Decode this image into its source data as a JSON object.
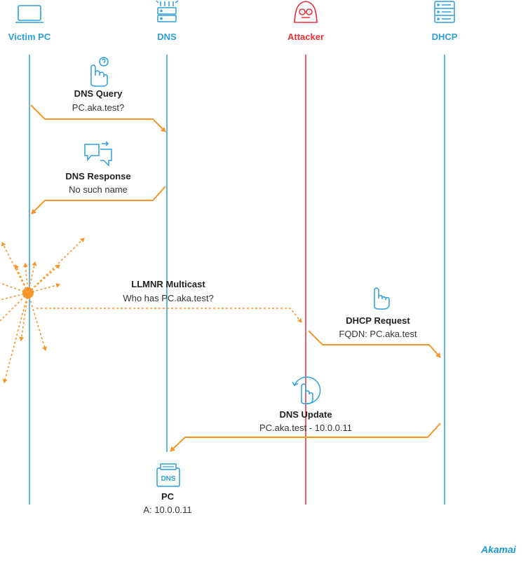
{
  "actors": [
    {
      "name": "Victim PC",
      "color": "#2d9fd9",
      "icon": "laptop-icon"
    },
    {
      "name": "DNS",
      "color": "#2d9fd9",
      "icon": "server-icon"
    },
    {
      "name": "Attacker",
      "color": "#e8303a",
      "icon": "hacker-icon"
    },
    {
      "name": "DHCP",
      "color": "#2d9fd9",
      "icon": "server-stack-icon"
    }
  ],
  "messages": {
    "dns_query": {
      "title": "DNS Query",
      "detail": "PC.aka.test?",
      "icon": "pointer-question-icon"
    },
    "dns_response": {
      "title": "DNS Response",
      "detail": "No such name",
      "icon": "chat-bubbles-icon"
    },
    "llmnr": {
      "title": "LLMNR Multicast",
      "detail": "Who has PC.aka.test?"
    },
    "dhcp_request": {
      "title": "DHCP Request",
      "detail": "FQDN: PC.aka.test",
      "icon": "pointer-hand-icon"
    },
    "dns_update": {
      "title": "DNS Update",
      "detail": "PC.aka.test - 10.0.0.11",
      "icon": "touch-refresh-icon"
    }
  },
  "record": {
    "badge": "DNS",
    "title": "PC",
    "detail": "A: 10.0.0.11",
    "icon": "dns-record-icon"
  },
  "brand": {
    "name": "Akamai"
  },
  "colors": {
    "lifeline": "#2d9fd9",
    "attacker": "#e8303a",
    "arrow": "#f4962a"
  }
}
